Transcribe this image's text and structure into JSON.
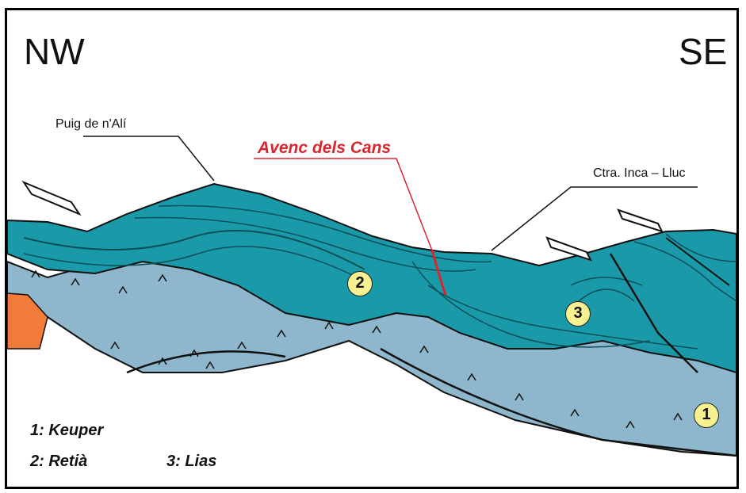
{
  "directions": {
    "left": "NW",
    "right": "SE"
  },
  "labels": {
    "peak": "Puig de n'Alí",
    "cave": "Avenc dels Cans",
    "road": "Ctra. Inca – Lluc"
  },
  "units": [
    {
      "num": "1",
      "name": "Keuper"
    },
    {
      "num": "2",
      "name": "Retià"
    },
    {
      "num": "3",
      "name": "Lias"
    }
  ],
  "legend": {
    "item1": "1: Keuper",
    "item2": "2: Retià",
    "item3": "3: Lias"
  },
  "colors": {
    "limestone": "#1a9aa8",
    "limestone_light": "#2fb4c0",
    "keuper": "#8eb6cc",
    "older": "#f07b3a",
    "cave_line": "#d9262e"
  }
}
